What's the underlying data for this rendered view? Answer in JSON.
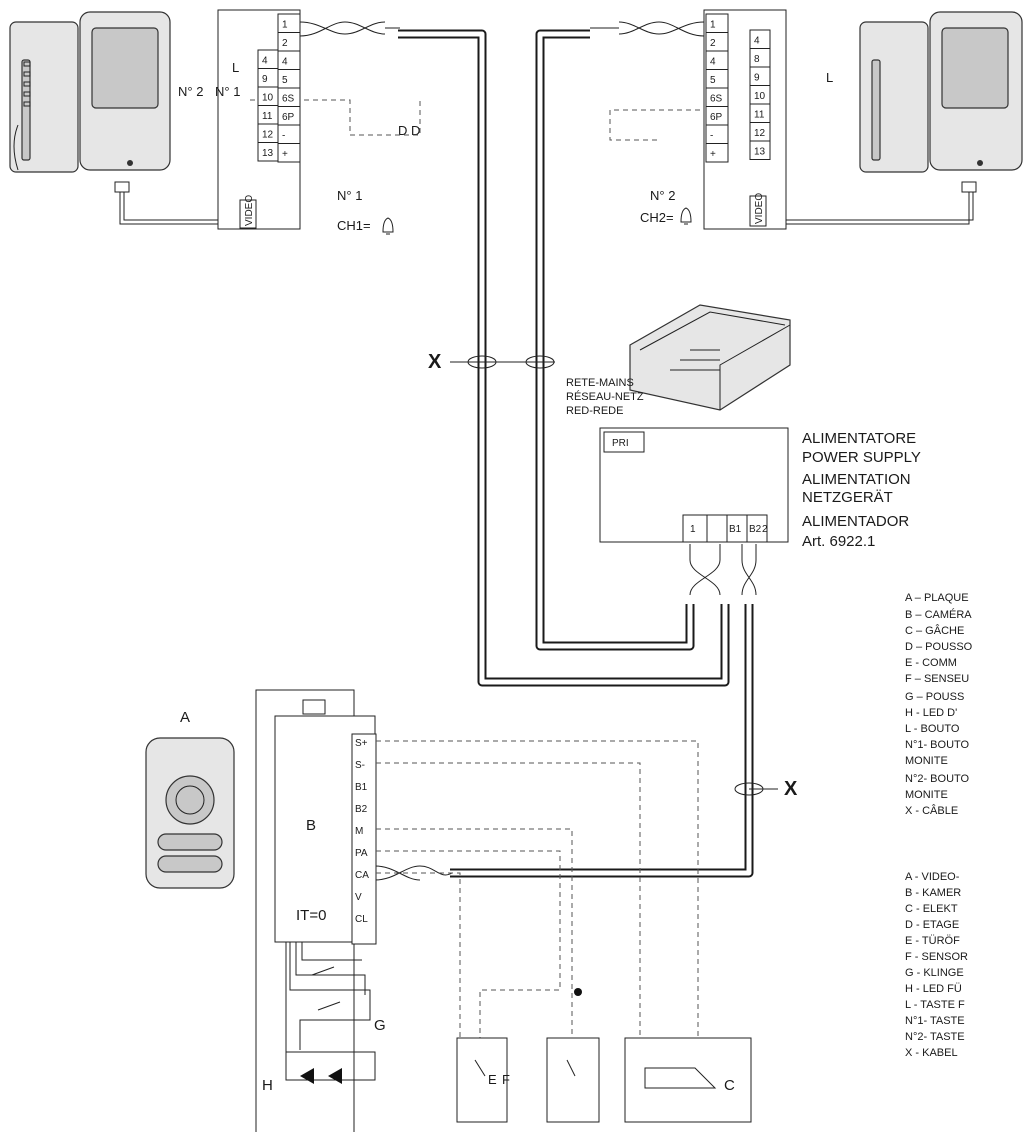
{
  "monitor1": {
    "terminals": [
      "1",
      "2",
      "4",
      "5",
      "6S",
      "6P",
      "-",
      "+"
    ],
    "relay_terminals": [
      "4",
      "9",
      "10",
      "11",
      "12",
      "13"
    ],
    "video_label": "VIDEO",
    "number": "N° 1",
    "chime": "CH1=",
    "label_L": "L",
    "label_N2": "N° 2",
    "label_N1": "N° 1",
    "label_DD": "D D"
  },
  "monitor2": {
    "terminals": [
      "1",
      "2",
      "4",
      "5",
      "6S",
      "6P",
      "-",
      "+"
    ],
    "relay_terminals": [
      "4",
      "8",
      "9",
      "10",
      "11",
      "12",
      "13"
    ],
    "video_label": "VIDEO",
    "number": "N° 2",
    "chime": "CH2=",
    "label_L": "L"
  },
  "cable_label": "X",
  "mains_labels": [
    "RETE-MAINS",
    "RÉSEAU-NETZ",
    "RED-REDE"
  ],
  "power_supply": {
    "pri": "PRI",
    "terminals": [
      "1",
      "B1",
      "B2",
      "2"
    ],
    "names": [
      "ALIMENTATORE",
      "POWER SUPPLY",
      "ALIMENTATION",
      "NETZGERÄT",
      "ALIMENTADOR"
    ],
    "article": "Art. 6922.1"
  },
  "panel": {
    "label_A": "A",
    "label_B": "B",
    "it": "IT=0",
    "terminals": [
      "S+",
      "S-",
      "B1",
      "B2",
      "M",
      "PA",
      "CA",
      "V",
      "CL"
    ],
    "label_G": "G",
    "label_H": "H"
  },
  "labels_bottom": {
    "E": "E",
    "F": "F",
    "C": "C"
  },
  "legend_fr": [
    "A –  PLAQUE",
    "B –  CAMÉRA",
    "C –  GÂCHE",
    "D –  POUSSO",
    "E -     COMM",
    "F –  SENSEU",
    "G –    POUSS",
    "H -     LED D'",
    "L -     BOUTO",
    "N°1-   BOUTO",
    "       MONITE",
    "N°2-   BOUTO",
    "       MONITE",
    "X -     CÂBLE"
  ],
  "legend_de": [
    "A -     VIDEO-",
    "B -     KAMER",
    "C -     ELEKT",
    "D -     ETAGE",
    "E -     TÜRÖF",
    "F -   SENSOR",
    "G -   KLINGE",
    "H -     LED FÜ",
    "L -   TASTE F",
    "N°1-  TASTE",
    "N°2-  TASTE",
    "X -     KABEL"
  ]
}
